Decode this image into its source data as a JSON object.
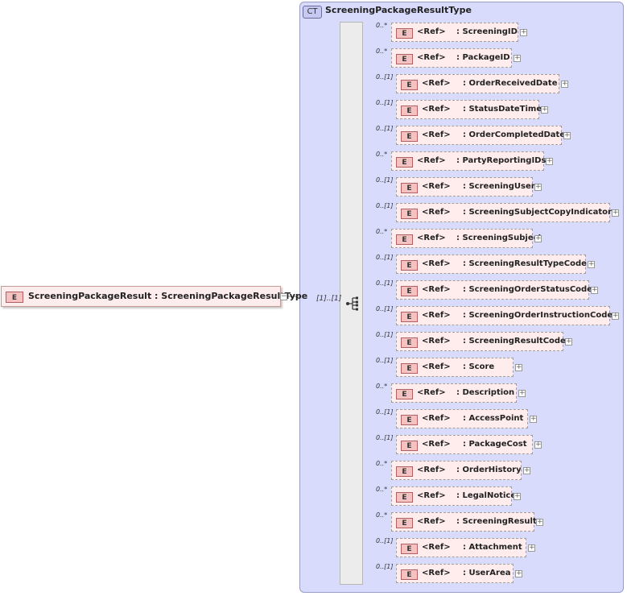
{
  "complex_type": {
    "badge": "CT",
    "name": "ScreeningPackageResultType"
  },
  "root": {
    "badge": "E",
    "label": "ScreeningPackageResult : ScreeningPackageResultType",
    "cardinality": "[1]..[1]"
  },
  "children": [
    {
      "cardinality": "0..*",
      "badge": "E",
      "ref": "<Ref>",
      "name": ": ScreeningID"
    },
    {
      "cardinality": "0..*",
      "badge": "E",
      "ref": "<Ref>",
      "name": ": PackageID"
    },
    {
      "cardinality": "0..[1]",
      "badge": "E",
      "ref": "<Ref>",
      "name": ": OrderReceivedDate"
    },
    {
      "cardinality": "0..[1]",
      "badge": "E",
      "ref": "<Ref>",
      "name": ": StatusDateTime"
    },
    {
      "cardinality": "0..[1]",
      "badge": "E",
      "ref": "<Ref>",
      "name": ": OrderCompletedDate"
    },
    {
      "cardinality": "0..*",
      "badge": "E",
      "ref": "<Ref>",
      "name": ": PartyReportingIDs"
    },
    {
      "cardinality": "0..[1]",
      "badge": "E",
      "ref": "<Ref>",
      "name": ": ScreeningUser"
    },
    {
      "cardinality": "0..[1]",
      "badge": "E",
      "ref": "<Ref>",
      "name": ": ScreeningSubjectCopyIndicator"
    },
    {
      "cardinality": "0..*",
      "badge": "E",
      "ref": "<Ref>",
      "name": ": ScreeningSubject"
    },
    {
      "cardinality": "0..[1]",
      "badge": "E",
      "ref": "<Ref>",
      "name": ": ScreeningResultTypeCode"
    },
    {
      "cardinality": "0..[1]",
      "badge": "E",
      "ref": "<Ref>",
      "name": ": ScreeningOrderStatusCode"
    },
    {
      "cardinality": "0..[1]",
      "badge": "E",
      "ref": "<Ref>",
      "name": ": ScreeningOrderInstructionCode"
    },
    {
      "cardinality": "0..[1]",
      "badge": "E",
      "ref": "<Ref>",
      "name": ": ScreeningResultCode"
    },
    {
      "cardinality": "0..[1]",
      "badge": "E",
      "ref": "<Ref>",
      "name": ": Score"
    },
    {
      "cardinality": "0..*",
      "badge": "E",
      "ref": "<Ref>",
      "name": ": Description"
    },
    {
      "cardinality": "0..[1]",
      "badge": "E",
      "ref": "<Ref>",
      "name": ": AccessPoint"
    },
    {
      "cardinality": "0..[1]",
      "badge": "E",
      "ref": "<Ref>",
      "name": ": PackageCost"
    },
    {
      "cardinality": "0..*",
      "badge": "E",
      "ref": "<Ref>",
      "name": ": OrderHistory"
    },
    {
      "cardinality": "0..*",
      "badge": "E",
      "ref": "<Ref>",
      "name": ": LegalNotice"
    },
    {
      "cardinality": "0..*",
      "badge": "E",
      "ref": "<Ref>",
      "name": ": ScreeningResult"
    },
    {
      "cardinality": "0..[1]",
      "badge": "E",
      "ref": "<Ref>",
      "name": ": Attachment"
    },
    {
      "cardinality": "0..[1]",
      "badge": "E",
      "ref": "<Ref>",
      "name": ": UserArea"
    }
  ]
}
